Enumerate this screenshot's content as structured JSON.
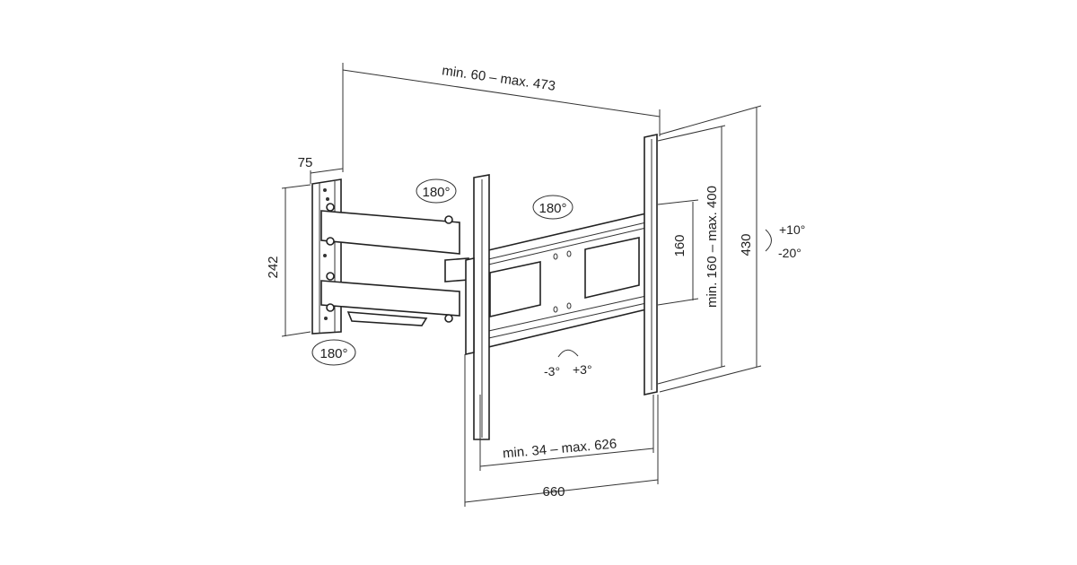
{
  "dimensions": {
    "depth_range": "min. 60 – max. 473",
    "wall_plate_depth": "75",
    "wall_plate_height": "242",
    "vesa_height_fixed": "160",
    "vesa_height_range": "min. 160 – max. 400",
    "bracket_height": "430",
    "vesa_width_range": "min. 34 – max. 626",
    "total_width": "660"
  },
  "rotation": {
    "arm_swivel": "180°",
    "bracket_swivel": "180°",
    "wall_swivel": "180°",
    "tilt_up": "+10°",
    "tilt_down": "-20°",
    "level_minus": "-3°",
    "level_plus": "+3°"
  }
}
